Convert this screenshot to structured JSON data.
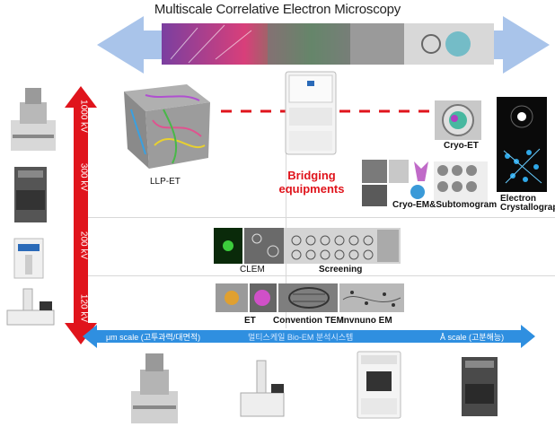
{
  "title": "Multiscale Correlative Electron Microscopy",
  "labels": {
    "llp_et": "LLP-ET",
    "bridging": "Bridging equipments",
    "cryo_et": "Cryo-ET",
    "cryo_em": "Cryo-EM&Subtomogram",
    "electron_cryst": "Electron Crystallography",
    "clem": "CLEM",
    "screening": "Screening",
    "et": "ET",
    "conv_tem": "Convention TEM",
    "immuno_em": "Invnuno EM"
  },
  "kv_levels": [
    "1000 kV",
    "300 kV",
    "200 kV",
    "120 kV"
  ],
  "scale": {
    "left": "μm scale (고투과력/대면적)",
    "middle": "멀티스케일 Bio-EM 분석시스템",
    "right": "Å scale (고분해능)"
  },
  "colors": {
    "blue_arrow": "#a9c4ea",
    "red_arrow": "#e0141c",
    "scale_arrow": "#2f8fe0",
    "bridging_text": "#e0141c"
  }
}
